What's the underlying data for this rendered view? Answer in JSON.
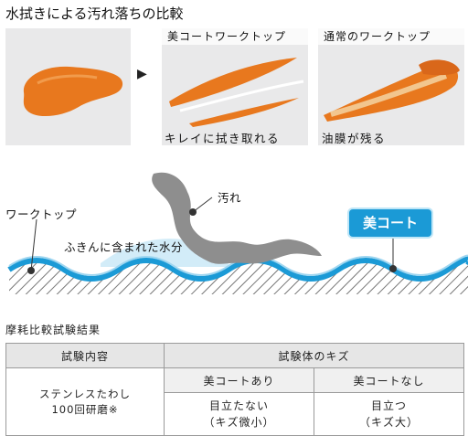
{
  "title": "水拭きによる汚れ落ちの比較",
  "photos": {
    "panel2_header": "美コートワークトップ",
    "panel3_header": "通常のワークトップ",
    "panel2_caption": "キレイに拭き取れる",
    "panel3_caption": "油膜が残る"
  },
  "diagram": {
    "label_dirt": "汚れ",
    "label_worktop": "ワークトップ",
    "label_water": "ふきんに含まれた水分",
    "badge": "美コート"
  },
  "table": {
    "section_title": "摩耗比較試験結果",
    "col_header_1": "試験内容",
    "col_header_2": "試験体のキズ",
    "cond_line1": "ステンレスたわし",
    "cond_line2": "100回研磨※",
    "sub_with": "美コートあり",
    "sub_without": "美コートなし",
    "res_with_1": "目立たない",
    "res_with_2": "（キズ微小）",
    "res_without_1": "目立つ",
    "res_without_2": "（キズ大）"
  },
  "colors": {
    "accent": "#1b9ad6",
    "stain": "#e8781e"
  }
}
